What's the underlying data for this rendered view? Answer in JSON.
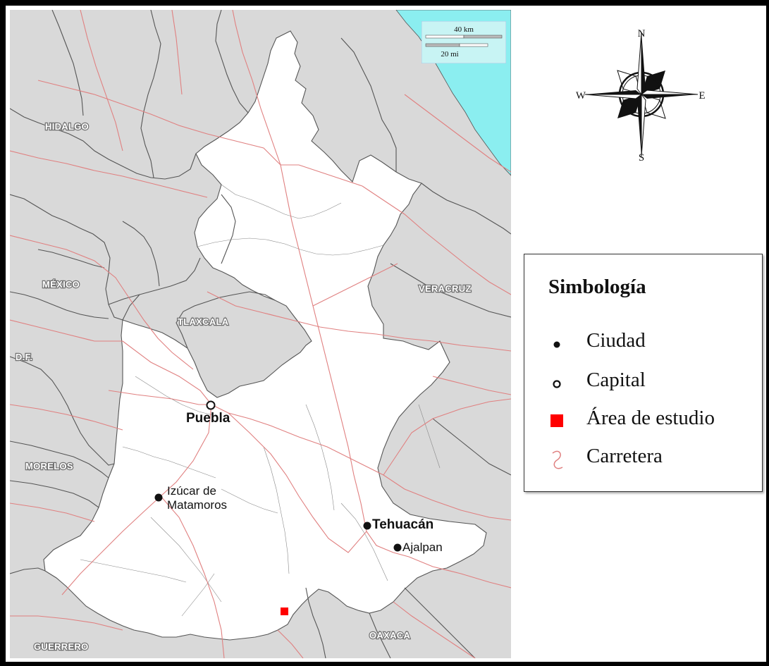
{
  "map": {
    "colors": {
      "background": "#d9d9d9",
      "region": "#ffffff",
      "sea": "#8beef0",
      "border": "#555555",
      "road": "#e08080",
      "study_area": "#ff0000"
    },
    "state_labels": {
      "hidalgo": "HIDALGO",
      "mexico": "MÉXICO",
      "tlaxcala": "TLAXCALA",
      "veracruz": "VERACRUZ",
      "df": "D.F.",
      "morelos": "MORELOS",
      "guerrero": "GUERRERO",
      "oaxaca": "OAXACA"
    },
    "cities": {
      "puebla": "Puebla",
      "izucar_line1": "Izúcar de",
      "izucar_line2": "Matamoros",
      "tehuacan": "Tehuacán",
      "ajalpan": "Ajalpan"
    }
  },
  "scale": {
    "km_label": "40 km",
    "mi_label": "20 mi"
  },
  "compass": {
    "north": "N",
    "south": "S",
    "east": "E",
    "west": "W"
  },
  "legend": {
    "title": "Simbología",
    "items": [
      {
        "label": "Ciudad",
        "icon": "filled-dot-icon"
      },
      {
        "label": "Capital",
        "icon": "hollow-circle-icon"
      },
      {
        "label": "Área de estudio",
        "icon": "red-square-icon"
      },
      {
        "label": "Carretera",
        "icon": "road-curve-icon"
      }
    ]
  }
}
